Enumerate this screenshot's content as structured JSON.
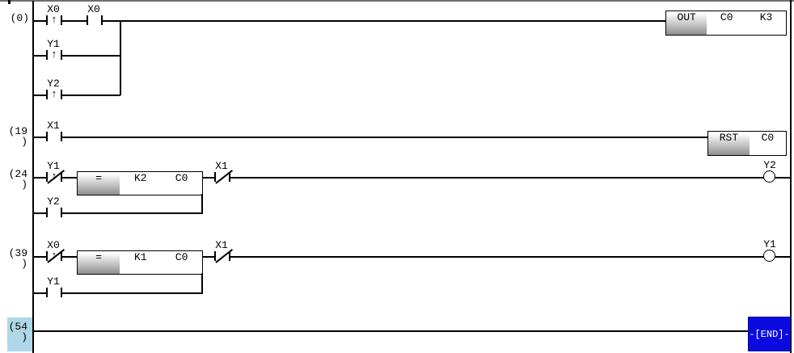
{
  "colors": {
    "end-block": "#0a0adf",
    "selection": "#aed7e8",
    "grad-top": "#ffffff",
    "grad-bottom": "#8f8f8f",
    "wire": "#000000"
  },
  "symbols": {
    "edge_arrow": "↑"
  },
  "rung0": {
    "step": "(0)",
    "contact1": {
      "label": "X0",
      "type": "rising-edge"
    },
    "contact2": {
      "label": "X0",
      "type": "normally-open"
    },
    "branch1": {
      "label": "Y1",
      "type": "rising-edge"
    },
    "branch2": {
      "label": "Y2",
      "type": "rising-edge"
    },
    "instruction": {
      "mnemonic": "OUT",
      "operand1": "C0",
      "operand2": "K3"
    }
  },
  "rung19": {
    "step_line1": "(19",
    "step_line2": ")",
    "contact1": {
      "label": "X1",
      "type": "normally-open"
    },
    "instruction": {
      "mnemonic": "RST",
      "operand1": "C0"
    }
  },
  "rung24": {
    "step_line1": "(24",
    "step_line2": ")",
    "contact1": {
      "label": "Y1",
      "type": "falling-edge"
    },
    "compare": {
      "operator": "=",
      "operand1": "K2",
      "operand2": "C0"
    },
    "contact2": {
      "label": "X1",
      "type": "normally-closed"
    },
    "branch1": {
      "label": "Y2",
      "type": "normally-open"
    },
    "coil": {
      "label": "Y2"
    }
  },
  "rung39": {
    "step_line1": "(39",
    "step_line2": ")",
    "contact1": {
      "label": "X0",
      "type": "falling-edge"
    },
    "compare": {
      "operator": "=",
      "operand1": "K1",
      "operand2": "C0"
    },
    "contact2": {
      "label": "X1",
      "type": "normally-closed"
    },
    "branch1": {
      "label": "Y1",
      "type": "normally-open"
    },
    "coil": {
      "label": "Y1"
    }
  },
  "rung54": {
    "step_line1": "(54",
    "step_line2": ")",
    "instruction": {
      "mnemonic": "-[END]-"
    }
  }
}
